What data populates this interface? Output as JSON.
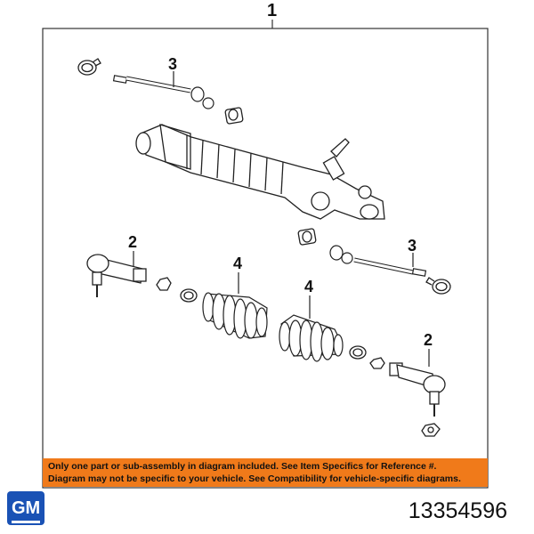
{
  "callouts": {
    "main": "1",
    "inner_tie_rod_top": "3",
    "outer_tie_rod_left": "2",
    "boot_left": "4",
    "inner_tie_rod_right": "3",
    "boot_right": "4",
    "outer_tie_rod_right": "2"
  },
  "banner": {
    "line1": "Only one part or sub-assembly in diagram included. See Item Specifics for Reference #.",
    "line2": "Diagram may not be specific to your vehicle. See Compatibility for vehicle-specific diagrams.",
    "color": "#f07a1a"
  },
  "brand": {
    "logo_text": "GM",
    "logo_color": "#1a52b5"
  },
  "part_number": "13354596"
}
